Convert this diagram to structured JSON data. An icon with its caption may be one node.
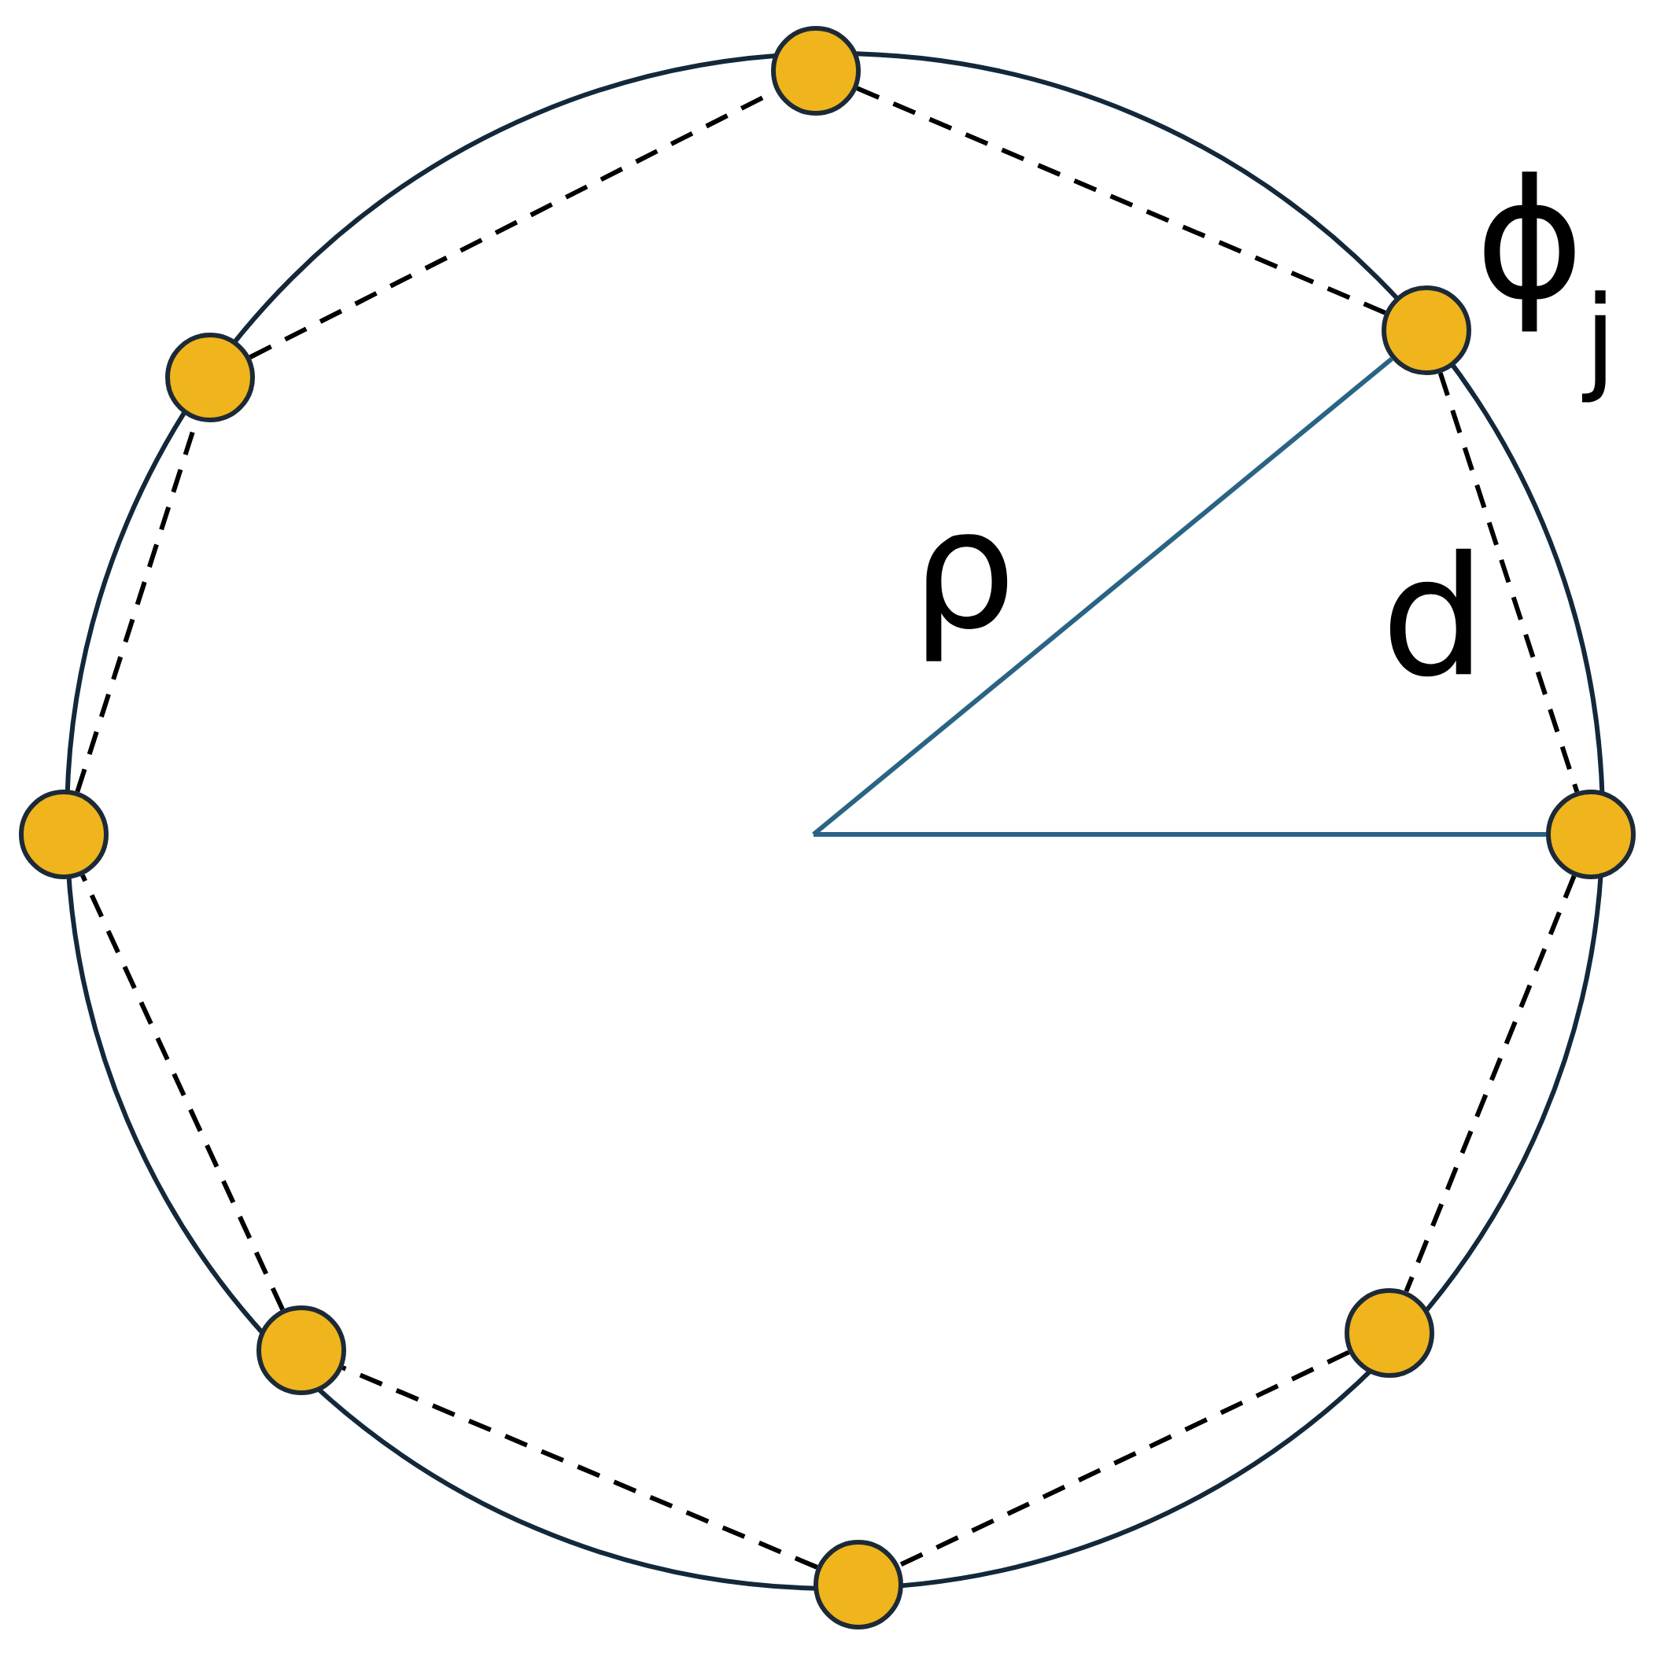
{
  "diagram": {
    "nodes": [
      {
        "text": [],
        "shape": "circle"
      },
      {
        "text": [],
        "shape": "circle",
        "beside": [
          "ϕ$_{j}$"
        ]
      },
      {
        "text": [],
        "shape": "circle"
      },
      {
        "text": [],
        "shape": "circle"
      },
      {
        "text": [],
        "shape": "circle"
      },
      {
        "text": [],
        "shape": "circle"
      },
      {
        "text": [],
        "shape": "circle"
      },
      {
        "text": [],
        "shape": "circle"
      }
    ],
    "edges": [
      {
        "from": 0,
        "to": 1,
        "arrow": "none",
        "style": "dashed"
      },
      {
        "from": 1,
        "to": 4,
        "arrow": "none",
        "style": "dashed"
      },
      {
        "from": 4,
        "to": 5,
        "arrow": "none",
        "style": "dashed"
      },
      {
        "from": 5,
        "to": 7,
        "arrow": "none",
        "style": "dashed"
      },
      {
        "from": 7,
        "to": 6,
        "arrow": "none",
        "style": "dashed"
      },
      {
        "from": 6,
        "to": 3,
        "arrow": "none",
        "style": "dashed"
      },
      {
        "from": 3,
        "to": 2,
        "arrow": "none",
        "style": "dashed"
      },
      {
        "from": 2,
        "to": 0,
        "arrow": "none",
        "style": "dashed"
      },
      {
        "from": null,
        "to": 1,
        "arrow": "none",
        "color": "#2a6485"
      },
      {
        "from": null,
        "to": 4,
        "arrow": "none",
        "color": "#2a6485"
      }
    ],
    "labels": [
      "ρ",
      "d"
    ]
  }
}
